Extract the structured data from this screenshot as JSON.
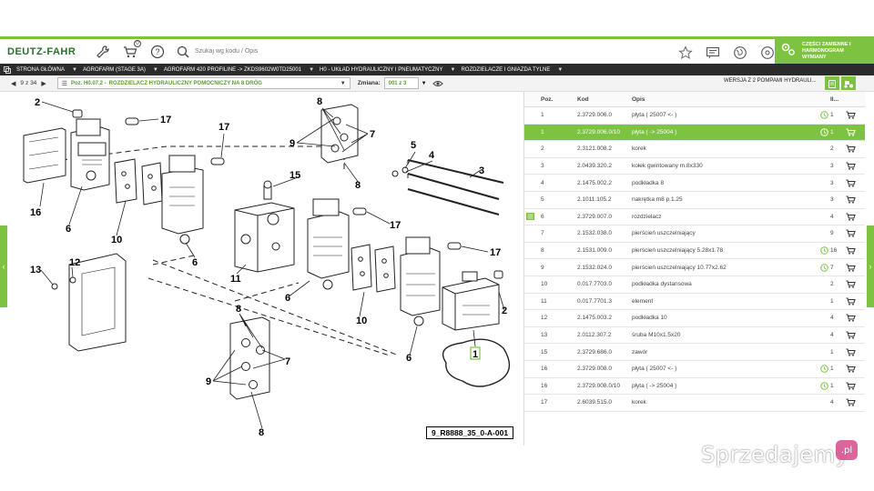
{
  "brand": {
    "logo": "DEUTZ-FAHR",
    "accent": "#7dc241",
    "dark": "#2b2b2b"
  },
  "topbar": {
    "search_placeholder": "Szukaj wg kodu / Opis",
    "cart_count": "0",
    "cta_line1": "CZĘŚCI ZAMIENNE I",
    "cta_line2": "HARMONOGRAM",
    "cta_line3": "WYMIANY"
  },
  "breadcrumb": [
    "STRONA GŁÓWNA",
    "AGROFARM (STAGE 3A)",
    "AGROFARM 420 PROFILINE -> ZKDS9602W0TD25001",
    "H0 - UKŁAD HYDRAULICZNY I PNEUMATYCZNY",
    "ROZDZIELACZE I GNIAZDA TYLNE"
  ],
  "subbar": {
    "page_current": "9",
    "page_total": "z 34",
    "section_prefix": "Poz. H0.07.2 -",
    "section_title": "ROZDZIELACZ HYDRAULICZNY POMOCNICZY NA 8 DRÓG",
    "zmiana_label": "Zmiana:",
    "zmiana_value": "001 z 3",
    "wersja": "WERSJA Z 2 POMPAMI HYDRAULI..."
  },
  "diagram": {
    "figure_code": "9_R8888_35_0-A-001",
    "callouts": [
      "1",
      "2",
      "3",
      "4",
      "5",
      "6",
      "7",
      "8",
      "9",
      "10",
      "11",
      "12",
      "13",
      "15",
      "16",
      "17"
    ]
  },
  "table": {
    "headers": {
      "poz": "Poz.",
      "kod": "Kod",
      "opis": "Opis",
      "il": "Il..."
    },
    "rows": [
      {
        "poz": "1",
        "kod": "2.3729.006.0",
        "opis": "płyta ( 25007 <- )",
        "il": "1",
        "info": true,
        "sel": false,
        "list": false
      },
      {
        "poz": "1",
        "kod": "2.3729.006.0/10",
        "opis": "płyta ( -> 25004 )",
        "il": "1",
        "info": true,
        "sel": true,
        "list": false
      },
      {
        "poz": "2",
        "kod": "2.3121.008.2",
        "opis": "korek",
        "il": "2",
        "info": false,
        "sel": false,
        "list": false
      },
      {
        "poz": "3",
        "kod": "2.0439.320.2",
        "opis": "kołek gwintowany m.8x330",
        "il": "3",
        "info": false,
        "sel": false,
        "list": false
      },
      {
        "poz": "4",
        "kod": "2.1475.002.2",
        "opis": "podkładka 8",
        "il": "3",
        "info": false,
        "sel": false,
        "list": false
      },
      {
        "poz": "5",
        "kod": "2.1011.105.2",
        "opis": "nakrętka m8 p.1.25",
        "il": "3",
        "info": false,
        "sel": false,
        "list": false
      },
      {
        "poz": "6",
        "kod": "2.3729.007.0",
        "opis": "rozdzielacz",
        "il": "4",
        "info": false,
        "sel": false,
        "list": true
      },
      {
        "poz": "7",
        "kod": "2.1532.038.0",
        "opis": "pierścień uszczelniający",
        "il": "9",
        "info": false,
        "sel": false,
        "list": false
      },
      {
        "poz": "8",
        "kod": "2.1531.009.0",
        "opis": "pierścień uszczelniający 5.28x1.78",
        "il": "16",
        "info": true,
        "sel": false,
        "list": false
      },
      {
        "poz": "9",
        "kod": "2.1532.024.0",
        "opis": "pierścień uszczelniający 10.77x2.62",
        "il": "7",
        "info": true,
        "sel": false,
        "list": false
      },
      {
        "poz": "10",
        "kod": "0.017.7703.0",
        "opis": "podkładka dystansowa",
        "il": "2",
        "info": false,
        "sel": false,
        "list": false
      },
      {
        "poz": "11",
        "kod": "0.017.7701.3",
        "opis": "element",
        "il": "1",
        "info": false,
        "sel": false,
        "list": false
      },
      {
        "poz": "12",
        "kod": "2.1475.003.2",
        "opis": "podkładka 10",
        "il": "4",
        "info": false,
        "sel": false,
        "list": false
      },
      {
        "poz": "13",
        "kod": "2.0112.307.2",
        "opis": "śruba M10x1.5x20",
        "il": "4",
        "info": false,
        "sel": false,
        "list": false
      },
      {
        "poz": "15",
        "kod": "2.3729.686.0",
        "opis": "zawór",
        "il": "1",
        "info": false,
        "sel": false,
        "list": false
      },
      {
        "poz": "16",
        "kod": "2.3729.008.0",
        "opis": "płyta ( 25007 <- )",
        "il": "1",
        "info": true,
        "sel": false,
        "list": false
      },
      {
        "poz": "16",
        "kod": "2.3729.008.0/10",
        "opis": "płyta ( -> 25004 )",
        "il": "1",
        "info": true,
        "sel": false,
        "list": false
      },
      {
        "poz": "17",
        "kod": "2.6039.515.0",
        "opis": "korek",
        "il": "4",
        "info": false,
        "sel": false,
        "list": false
      }
    ]
  },
  "watermark": {
    "text": "Sprzedajemy",
    "badge": ".pl"
  }
}
